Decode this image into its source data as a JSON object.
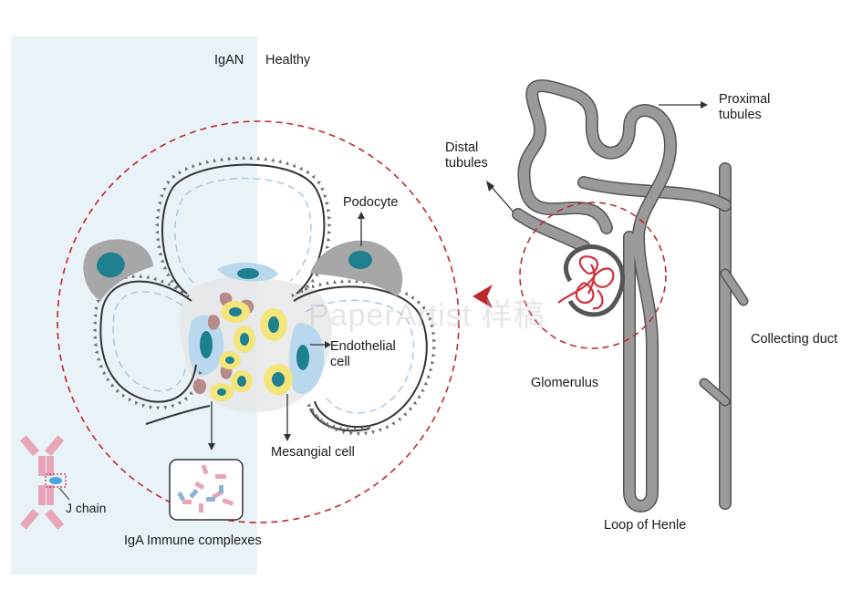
{
  "panel_labels": {
    "igan": "IgAN",
    "healthy": "Healthy"
  },
  "labels": {
    "proximal_tubules": [
      "Proximal",
      "tubules"
    ],
    "distal_tubules": [
      "Distal",
      "tubules"
    ],
    "podocyte": "Podocyte",
    "endothelial_cell": [
      "Endothelial",
      "cell"
    ],
    "mesangial_cell": "Mesangial cell",
    "glomerulus": "Glomerulus",
    "collecting_duct": "Collecting duct",
    "loop_of_henle": "Loop of Henle",
    "j_chain": "J chain",
    "iga_immune_complexes": "IgA Immune complexes"
  },
  "watermark": "PaperArtist 样稿",
  "colors": {
    "igan_panel": "#e9f3f7",
    "dashed_circle": "#c0282d",
    "arrow_red": "#c0282d",
    "tubule_gray": "#9a9a9a",
    "podocyte_gray": "#a7a7a7",
    "nucleus_teal": "#1e7f8e",
    "endothelial_blue": "#b9d8ee",
    "mesangial_yellow": "#f3e57a",
    "iga_pink": "#e7a5b7",
    "iga_blue": "#8fb3d6",
    "capillary_red": "#d0303a"
  }
}
